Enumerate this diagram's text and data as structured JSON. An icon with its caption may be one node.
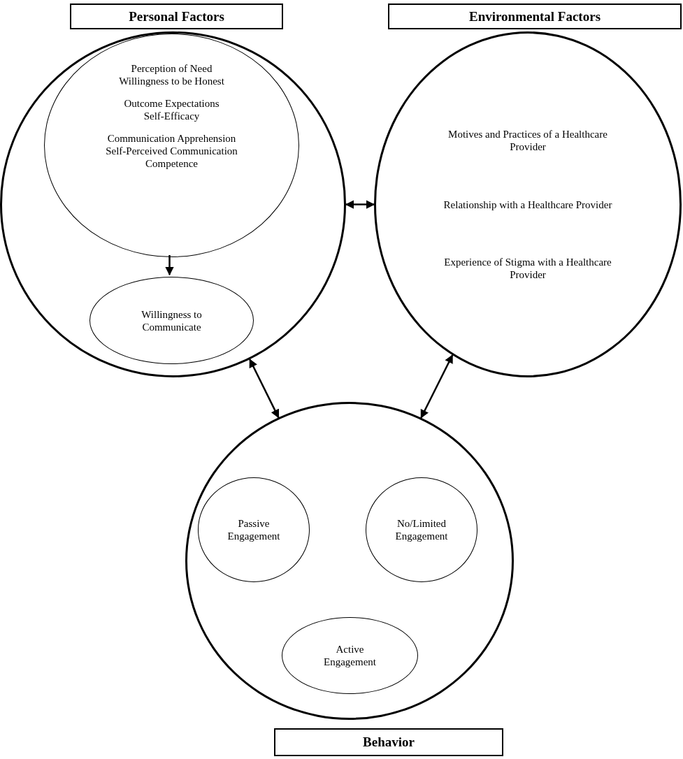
{
  "diagram": {
    "nodes": [
      {
        "text": [
          "Personal Factors"
        ]
      },
      {
        "text": [],
        "shape": "circle"
      },
      {
        "text": [
          "Perception of Need",
          "Willingness to be Honest",
          "Outcome Expectations",
          "Self-Efficacy",
          "Communication Apprehension",
          "Self-Perceived Communication Competence"
        ],
        "in": 1
      },
      {
        "text": [
          "Willingness to Communicate"
        ],
        "in": 1
      },
      {
        "text": [
          "Environmental Factors"
        ]
      },
      {
        "text": [
          "Motives and Practices of a Healthcare Provider",
          "Relationship with a Healthcare Provider",
          "Experience of Stigma with a Healthcare Provider"
        ]
      },
      {
        "text": [],
        "shape": "circle"
      },
      {
        "text": [
          "Passive Engagement"
        ],
        "in": 6
      },
      {
        "text": [
          "No/Limited Engagement"
        ],
        "in": 6
      },
      {
        "text": [
          "Active Engagement"
        ],
        "in": 6
      },
      {
        "text": [
          "Behavior"
        ]
      }
    ],
    "edges": [
      {
        "from": 2,
        "to": 3,
        "arrow": "to"
      },
      {
        "from": 1,
        "to": 5,
        "arrow": "both"
      },
      {
        "from": 1,
        "to": 6,
        "arrow": "both"
      },
      {
        "from": 5,
        "to": 6,
        "arrow": "both"
      }
    ]
  }
}
